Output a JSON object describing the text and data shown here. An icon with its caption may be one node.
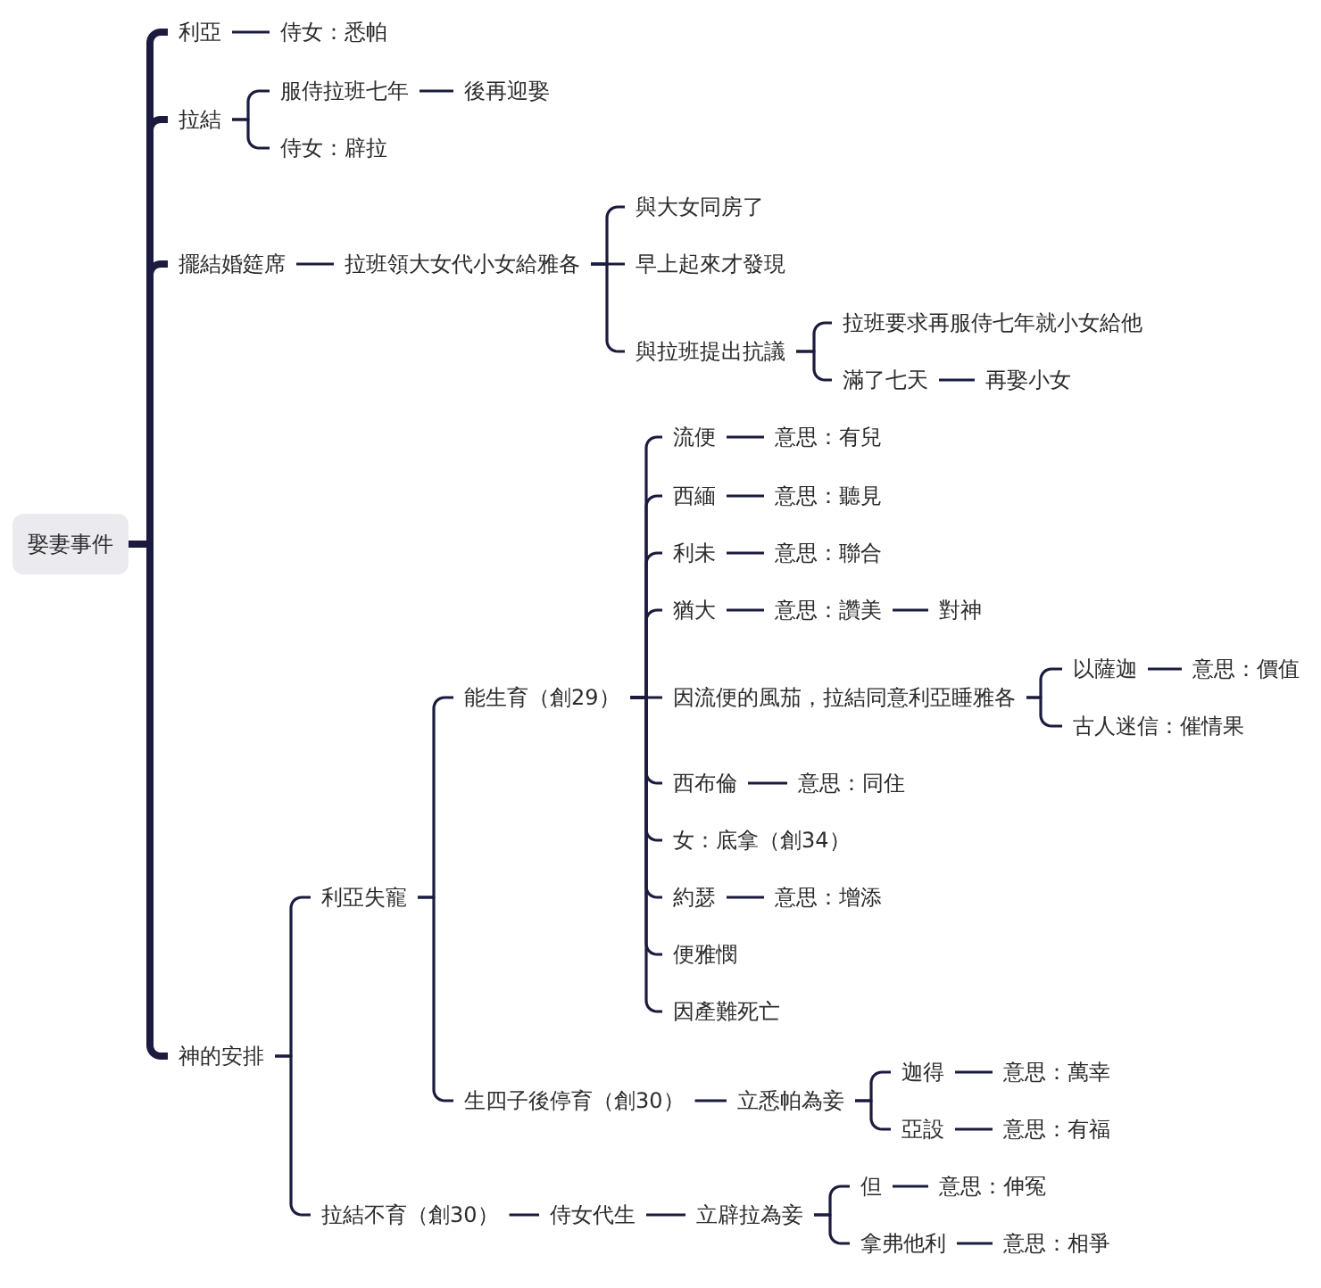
{
  "diagram": {
    "nodes": [
      {
        "text": [
          "娶妻事件"
        ]
      },
      {
        "text": [
          "利亞"
        ]
      },
      {
        "text": [
          "侍女：悉帕"
        ]
      },
      {
        "text": [
          "拉結"
        ]
      },
      {
        "text": [
          "服侍拉班七年"
        ]
      },
      {
        "text": [
          "後再迎娶"
        ]
      },
      {
        "text": [
          "侍女：辟拉"
        ]
      },
      {
        "text": [
          "擺結婚筵席"
        ]
      },
      {
        "text": [
          "拉班領大女代小女給雅各"
        ]
      },
      {
        "text": [
          "與大女同房了"
        ]
      },
      {
        "text": [
          "早上起來才發現"
        ]
      },
      {
        "text": [
          "與拉班提出抗議"
        ]
      },
      {
        "text": [
          "拉班要求再服侍七年就小女給他"
        ]
      },
      {
        "text": [
          "滿了七天"
        ]
      },
      {
        "text": [
          "再娶小女"
        ]
      },
      {
        "text": [
          "神的安排"
        ]
      },
      {
        "text": [
          "利亞失寵"
        ]
      },
      {
        "text": [
          "能生育（創29）"
        ]
      },
      {
        "text": [
          "流便"
        ]
      },
      {
        "text": [
          "意思：有兒"
        ]
      },
      {
        "text": [
          "西緬"
        ]
      },
      {
        "text": [
          "意思：聽見"
        ]
      },
      {
        "text": [
          "利未"
        ]
      },
      {
        "text": [
          "意思：聯合"
        ]
      },
      {
        "text": [
          "猶大"
        ]
      },
      {
        "text": [
          "意思：讚美"
        ]
      },
      {
        "text": [
          "對神"
        ]
      },
      {
        "text": [
          "因流便的風茄，拉結同意利亞睡雅各"
        ]
      },
      {
        "text": [
          "以薩迦"
        ]
      },
      {
        "text": [
          "意思：價值"
        ]
      },
      {
        "text": [
          "古人迷信：催情果"
        ]
      },
      {
        "text": [
          "西布倫"
        ]
      },
      {
        "text": [
          "意思：同住"
        ]
      },
      {
        "text": [
          "女：底拿（創34）"
        ]
      },
      {
        "text": [
          "約瑟"
        ]
      },
      {
        "text": [
          "意思：增添"
        ]
      },
      {
        "text": [
          "便雅憫"
        ]
      },
      {
        "text": [
          "因產難死亡"
        ]
      },
      {
        "text": [
          "生四子後停育（創30）"
        ]
      },
      {
        "text": [
          "立悉帕為妾"
        ]
      },
      {
        "text": [
          "迦得"
        ]
      },
      {
        "text": [
          "意思：萬幸"
        ]
      },
      {
        "text": [
          "亞設"
        ]
      },
      {
        "text": [
          "意思：有福"
        ]
      },
      {
        "text": [
          "拉結不育（創30）"
        ]
      },
      {
        "text": [
          "侍女代生"
        ]
      },
      {
        "text": [
          "立辟拉為妾"
        ]
      },
      {
        "text": [
          "但"
        ]
      },
      {
        "text": [
          "意思：伸冤"
        ]
      },
      {
        "text": [
          "拿弗他利"
        ]
      },
      {
        "text": [
          "意思：相爭"
        ]
      }
    ],
    "edges": [
      {
        "from": 0,
        "to": 1,
        "arrow": "none",
        "style": "thick"
      },
      {
        "from": 0,
        "to": 3,
        "arrow": "none",
        "style": "thick"
      },
      {
        "from": 0,
        "to": 7,
        "arrow": "none",
        "style": "thick"
      },
      {
        "from": 0,
        "to": 15,
        "arrow": "none",
        "style": "thick"
      },
      {
        "from": 1,
        "to": 2,
        "arrow": "none"
      },
      {
        "from": 3,
        "to": 4,
        "arrow": "none"
      },
      {
        "from": 3,
        "to": 6,
        "arrow": "none"
      },
      {
        "from": 4,
        "to": 5,
        "arrow": "none"
      },
      {
        "from": 7,
        "to": 8,
        "arrow": "none"
      },
      {
        "from": 8,
        "to": 9,
        "arrow": "none"
      },
      {
        "from": 8,
        "to": 10,
        "arrow": "none"
      },
      {
        "from": 8,
        "to": 11,
        "arrow": "none"
      },
      {
        "from": 11,
        "to": 12,
        "arrow": "none"
      },
      {
        "from": 11,
        "to": 13,
        "arrow": "none"
      },
      {
        "from": 13,
        "to": 14,
        "arrow": "none"
      },
      {
        "from": 15,
        "to": 16,
        "arrow": "none"
      },
      {
        "from": 15,
        "to": 44,
        "arrow": "none"
      },
      {
        "from": 16,
        "to": 17,
        "arrow": "none"
      },
      {
        "from": 16,
        "to": 38,
        "arrow": "none"
      },
      {
        "from": 17,
        "to": 18,
        "arrow": "none"
      },
      {
        "from": 17,
        "to": 20,
        "arrow": "none"
      },
      {
        "from": 17,
        "to": 22,
        "arrow": "none"
      },
      {
        "from": 17,
        "to": 24,
        "arrow": "none"
      },
      {
        "from": 17,
        "to": 27,
        "arrow": "none"
      },
      {
        "from": 17,
        "to": 31,
        "arrow": "none"
      },
      {
        "from": 17,
        "to": 33,
        "arrow": "none"
      },
      {
        "from": 17,
        "to": 34,
        "arrow": "none"
      },
      {
        "from": 17,
        "to": 36,
        "arrow": "none"
      },
      {
        "from": 17,
        "to": 37,
        "arrow": "none"
      },
      {
        "from": 18,
        "to": 19,
        "arrow": "none"
      },
      {
        "from": 20,
        "to": 21,
        "arrow": "none"
      },
      {
        "from": 22,
        "to": 23,
        "arrow": "none"
      },
      {
        "from": 24,
        "to": 25,
        "arrow": "none"
      },
      {
        "from": 25,
        "to": 26,
        "arrow": "none"
      },
      {
        "from": 27,
        "to": 28,
        "arrow": "none"
      },
      {
        "from": 27,
        "to": 30,
        "arrow": "none"
      },
      {
        "from": 28,
        "to": 29,
        "arrow": "none"
      },
      {
        "from": 31,
        "to": 32,
        "arrow": "none"
      },
      {
        "from": 34,
        "to": 35,
        "arrow": "none"
      },
      {
        "from": 38,
        "to": 39,
        "arrow": "none"
      },
      {
        "from": 39,
        "to": 40,
        "arrow": "none"
      },
      {
        "from": 39,
        "to": 42,
        "arrow": "none"
      },
      {
        "from": 40,
        "to": 41,
        "arrow": "none"
      },
      {
        "from": 42,
        "to": 43,
        "arrow": "none"
      },
      {
        "from": 44,
        "to": 45,
        "arrow": "none"
      },
      {
        "from": 45,
        "to": 46,
        "arrow": "none"
      },
      {
        "from": 46,
        "to": 47,
        "arrow": "none"
      },
      {
        "from": 46,
        "to": 49,
        "arrow": "none"
      },
      {
        "from": 47,
        "to": 48,
        "arrow": "none"
      },
      {
        "from": 49,
        "to": 50,
        "arrow": "none"
      }
    ]
  }
}
